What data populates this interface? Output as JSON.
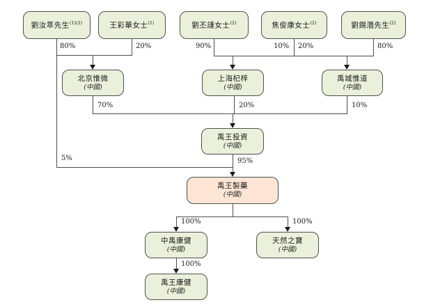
{
  "diagram_title": "shareholding-structure",
  "nodes": {
    "liu_rucui": {
      "name": "劉汝萃先生",
      "note": "(1)(2)"
    },
    "wang_caihua": {
      "name": "王彩華女士",
      "note": "(1)"
    },
    "liu_pijin": {
      "name": "劉丕謹女士",
      "note": "(2)"
    },
    "jiao_junkang": {
      "name": "焦俊康女士",
      "note": "(2)"
    },
    "liu_xiqian": {
      "name": "劉錫潛先生",
      "note": "(2)"
    },
    "beijing_weiwei": {
      "name": "北京惟微",
      "jurisdiction": "(中國)"
    },
    "shanghai_qizi": {
      "name": "上海杞梓",
      "jurisdiction": "(中國)"
    },
    "yucheng_weidao": {
      "name": "禹城惟道",
      "jurisdiction": "(中國)"
    },
    "yuwang_investment": {
      "name": "禹王投資",
      "jurisdiction": "(中國)"
    },
    "yuwang_pharma": {
      "name": "禹王製藥",
      "jurisdiction": "(中國)"
    },
    "zhongyu_health": {
      "name": "中禹康健",
      "jurisdiction": "(中國)"
    },
    "tianran_zhibao": {
      "name": "天然之寶",
      "jurisdiction": "(中國)"
    },
    "yuwang_health": {
      "name": "禹王康健",
      "jurisdiction": "(中國)"
    }
  },
  "ownership_labels": {
    "liu_rucui_to_beijing": "80%",
    "wang_caihua_to_beijing": "20%",
    "liu_pijin_to_shanghai": "90%",
    "jiao_junkang_to_shanghai": "10%",
    "jiao_junkang_to_yucheng": "20%",
    "liu_xiqian_to_yucheng": "80%",
    "beijing_to_investment": "70%",
    "shanghai_to_investment": "20%",
    "yucheng_to_investment": "10%",
    "liu_rucui_to_pharma": "5%",
    "investment_to_pharma": "95%",
    "pharma_to_zhongyu": "100%",
    "pharma_to_tianran": "100%",
    "zhongyu_to_yuwang_health": "100%"
  },
  "colors": {
    "company_box_fill": "#eaf0da",
    "highlight_box_fill": "#fce5d4",
    "box_border": "#4f4f4f",
    "line": "#4d4d4d",
    "text": "#1a1a1a"
  }
}
